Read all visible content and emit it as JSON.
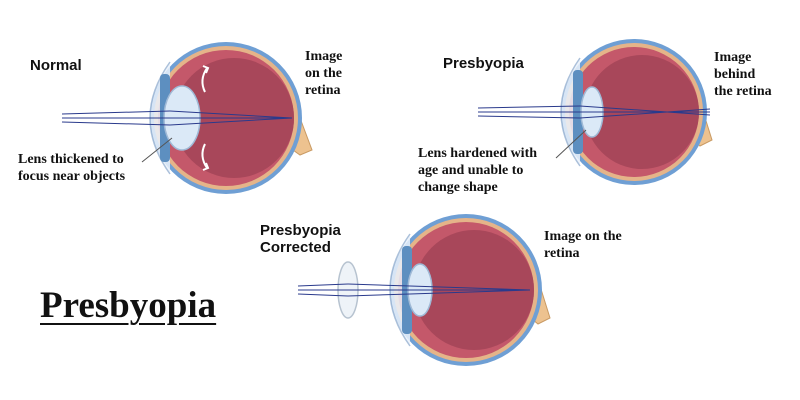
{
  "title": "Presbyopia",
  "panels": {
    "normal": {
      "heading": "Normal",
      "image_label": [
        "Image",
        "on the",
        "retina"
      ],
      "lens_label": [
        "Lens thickened to",
        "focus near objects"
      ]
    },
    "presbyopia": {
      "heading": "Presbyopia",
      "image_label": [
        "Image",
        "behind",
        "the retina"
      ],
      "lens_label": [
        "Lens hardened with",
        "age and unable to",
        "change shape"
      ]
    },
    "corrected": {
      "heading": [
        "Presbyopia",
        "Corrected"
      ],
      "image_label": [
        "Image on the",
        "retina"
      ]
    }
  },
  "colors": {
    "sclera_outer": "#6f9fd4",
    "sclera_inner": "#e5b489",
    "choroid": "#c4586a",
    "vitreous": "#a8475a",
    "lens": "#dbe9f7",
    "iris": "#5d8fc0",
    "nerve": "#edc28f",
    "rays": "#2a3a8c"
  }
}
